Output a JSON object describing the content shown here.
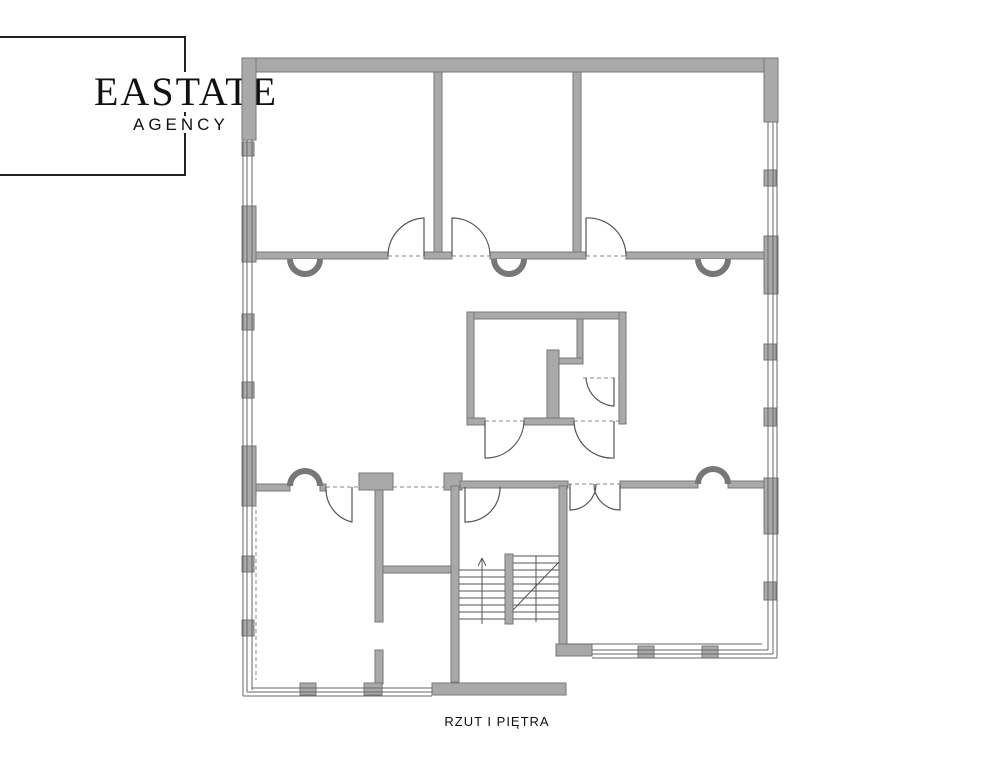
{
  "brand": {
    "name": "EASTATE",
    "subtitle": "AGENCY"
  },
  "floor_plan": {
    "caption": "RZUT I PIĘTRA"
  },
  "colors": {
    "wall_fill": "#a9a9a9",
    "wall_stroke": "#777777",
    "line": "#555555",
    "text": "#111111",
    "background": "#ffffff"
  }
}
